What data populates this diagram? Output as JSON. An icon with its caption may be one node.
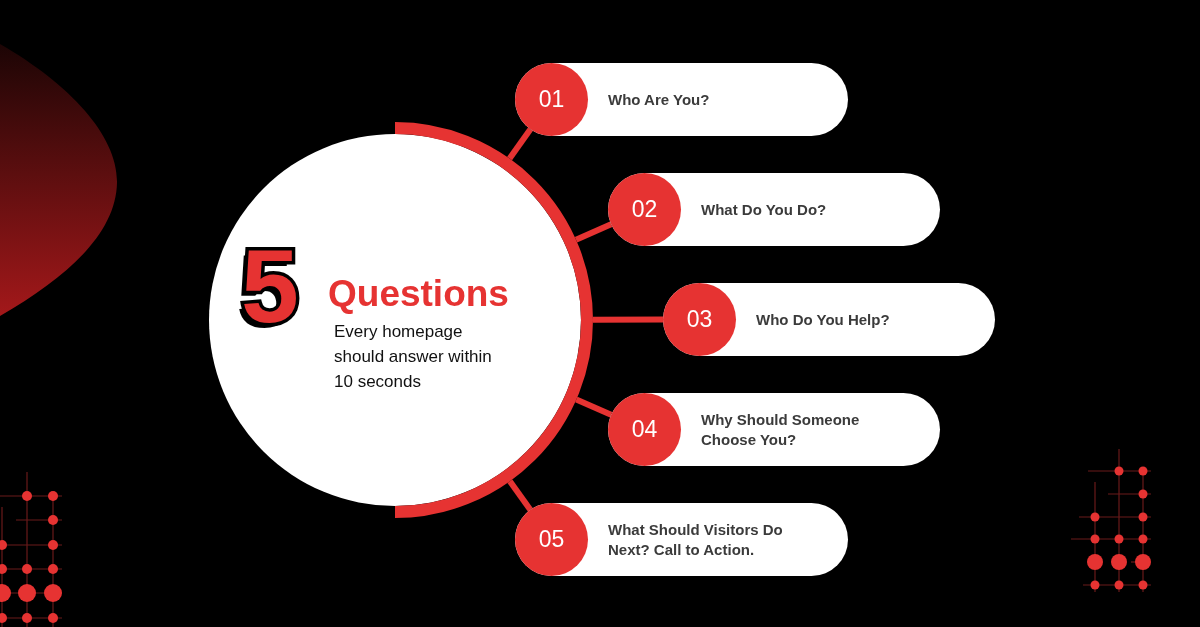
{
  "diagram": {
    "nodes": [
      {
        "text": [],
        "shape": "lens"
      },
      {
        "text": [
          "5",
          "Questions",
          "Every homepage should answer within 10 seconds"
        ]
      },
      {
        "text": [
          "Who Are You?"
        ]
      },
      {
        "text": [
          "01"
        ],
        "in": 2
      },
      {
        "text": [
          "What Do You Do?"
        ]
      },
      {
        "text": [
          "02"
        ],
        "in": 4
      },
      {
        "text": [
          "Who Do You Help?"
        ]
      },
      {
        "text": [
          "03"
        ],
        "in": 6
      },
      {
        "text": [
          "Why Should Someone Choose You?"
        ]
      },
      {
        "text": [
          "04"
        ],
        "in": 8
      },
      {
        "text": [
          "What Should Visitors Do Next? Call to Action."
        ]
      },
      {
        "text": [
          "05"
        ],
        "in": 10
      }
    ],
    "edges": [
      {
        "from": 1,
        "to": 3,
        "arrow": "none"
      },
      {
        "from": 1,
        "to": 5,
        "arrow": "none"
      },
      {
        "from": 1,
        "to": 7,
        "arrow": "none"
      },
      {
        "from": 1,
        "to": 9,
        "arrow": "none"
      },
      {
        "from": 1,
        "to": 11,
        "arrow": "none"
      }
    ]
  }
}
